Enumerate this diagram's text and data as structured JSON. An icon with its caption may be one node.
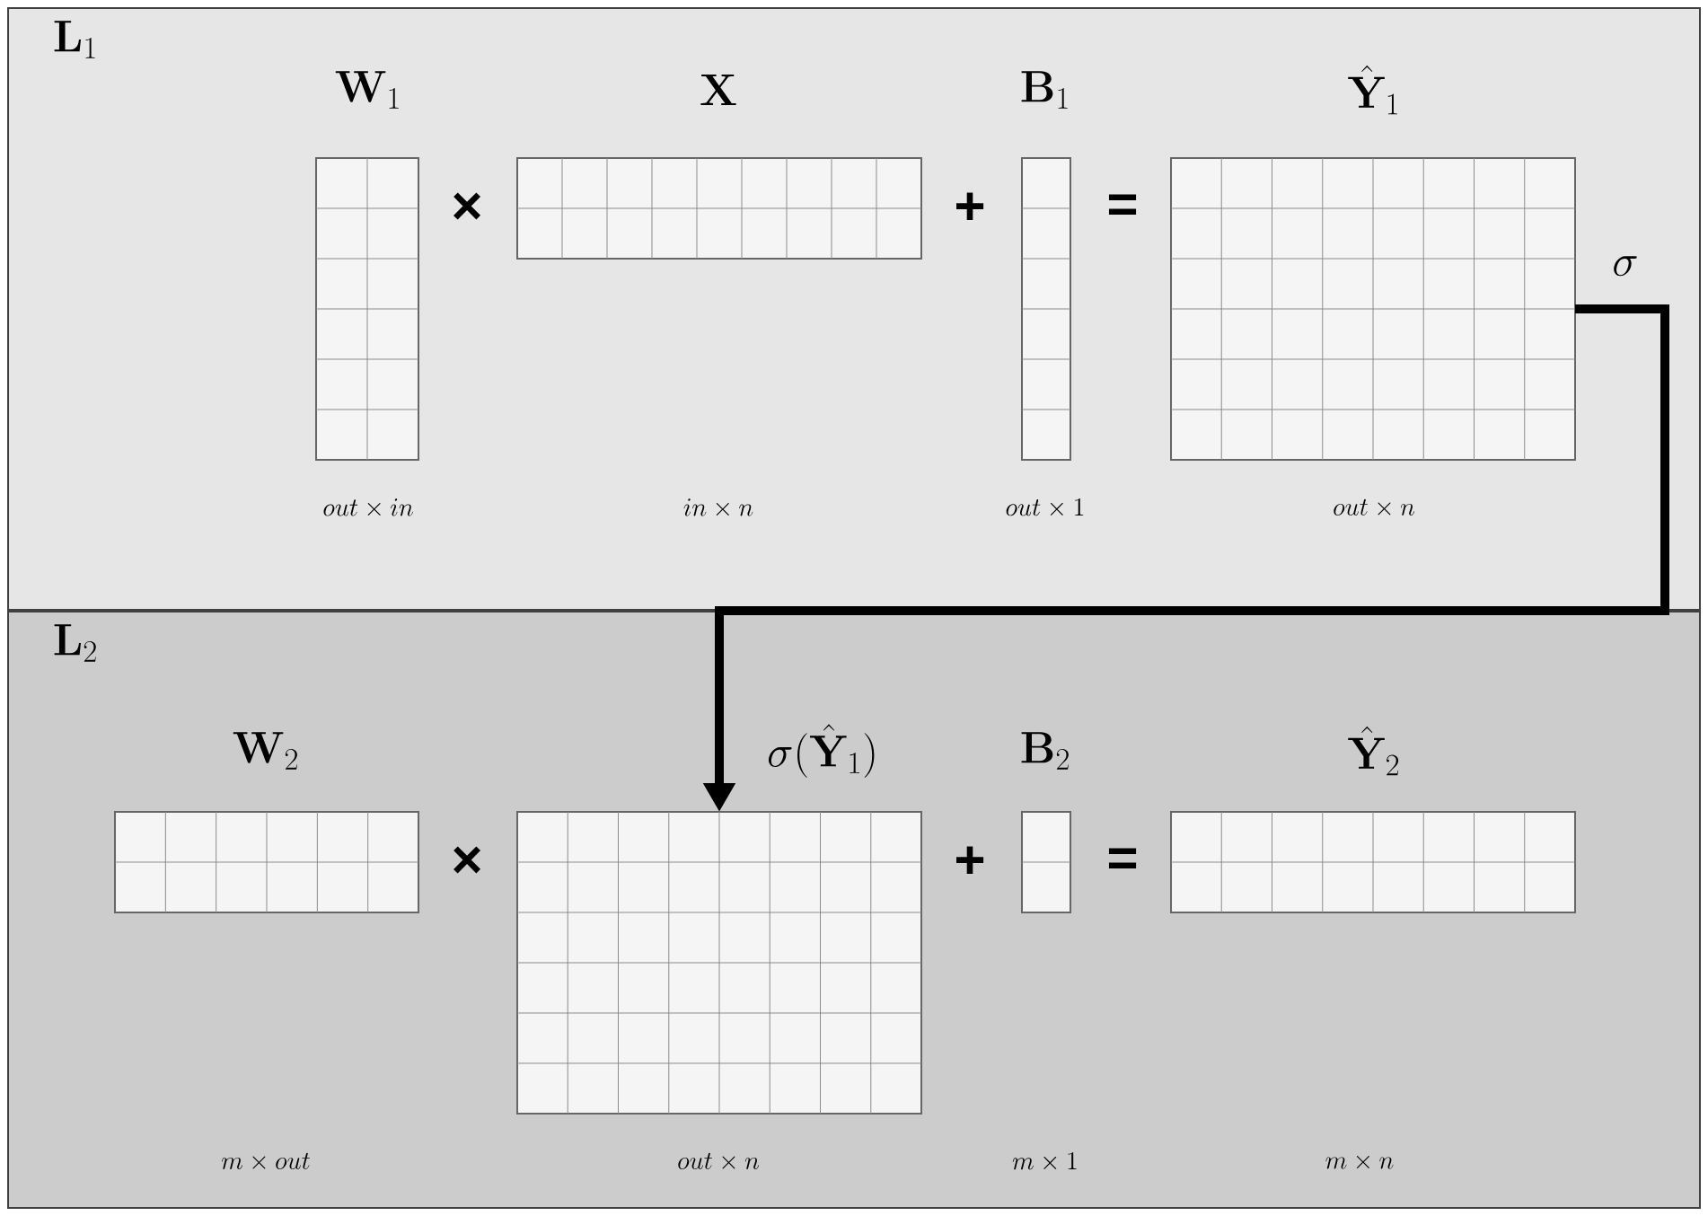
{
  "diagram": {
    "nodes": [
      {
        "text": [
          "\\mathbf{L}_1"
        ]
      },
      {
        "text": [
          "\\mathbf{W}_1"
        ],
        "in": 0
      },
      {
        "text": [
          "\\mathbf{X}"
        ],
        "in": 0
      },
      {
        "text": [
          "\\mathbf{B}_1"
        ],
        "in": 0
      },
      {
        "text": [
          "\\hat{\\mathbf{Y}}_1"
        ],
        "in": 0
      },
      {
        "text": [
          "\\mathbf{L}_2"
        ]
      },
      {
        "text": [
          "\\mathbf{W}_2"
        ],
        "in": 5
      },
      {
        "text": [
          "\\sigma(\\hat{\\mathbf{Y}}_1)"
        ],
        "in": 5
      },
      {
        "text": [
          "\\mathbf{B}_2"
        ],
        "in": 5
      },
      {
        "text": [
          "\\hat{\\mathbf{Y}}_2"
        ],
        "in": 5
      }
    ],
    "edges": [
      {
        "from": 4,
        "to": 7,
        "arrow": "to",
        "label": "\\sigma"
      }
    ],
    "labels": [
      "×",
      "+",
      "=",
      "out \\times in",
      "in \\times n",
      "out \\times 1",
      "out \\times n",
      "×",
      "+",
      "=",
      "m \\times out",
      "out \\times n",
      "m \\times 1",
      "m \\times n"
    ]
  }
}
